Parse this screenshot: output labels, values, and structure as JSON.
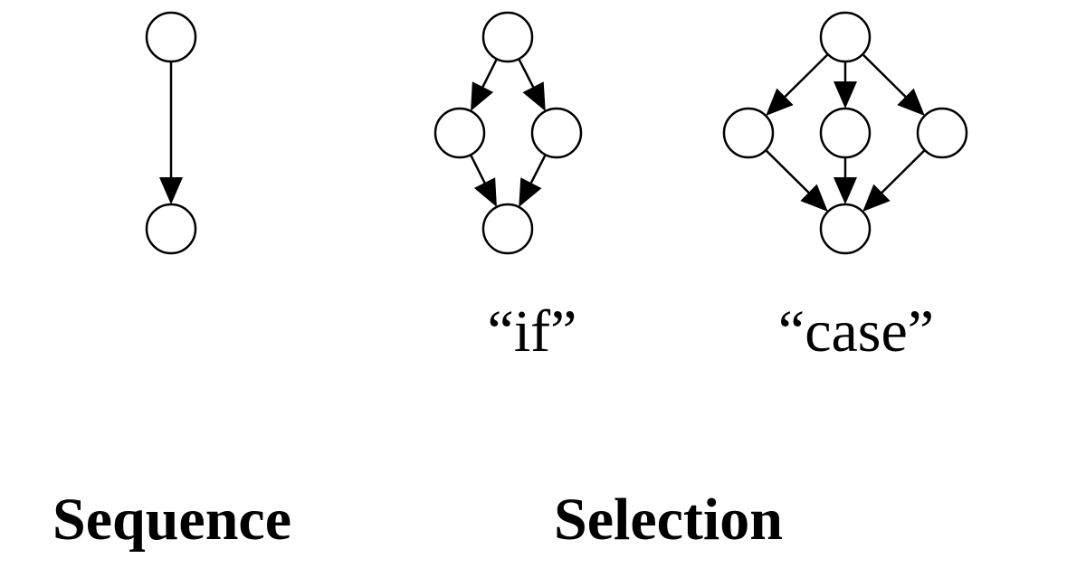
{
  "diagram": {
    "labels": {
      "sequence": "Sequence",
      "selection": "Selection",
      "if": "“if”",
      "case": "“case”"
    },
    "nodes": [
      {
        "id": "seq-top",
        "group": "sequence"
      },
      {
        "id": "seq-bottom",
        "group": "sequence"
      },
      {
        "id": "if-top",
        "group": "if"
      },
      {
        "id": "if-left",
        "group": "if"
      },
      {
        "id": "if-right",
        "group": "if"
      },
      {
        "id": "if-bottom",
        "group": "if"
      },
      {
        "id": "case-top",
        "group": "case"
      },
      {
        "id": "case-left",
        "group": "case"
      },
      {
        "id": "case-middle",
        "group": "case"
      },
      {
        "id": "case-right",
        "group": "case"
      },
      {
        "id": "case-bottom",
        "group": "case"
      }
    ],
    "edges": [
      {
        "from": "seq-top",
        "to": "seq-bottom"
      },
      {
        "from": "if-top",
        "to": "if-left"
      },
      {
        "from": "if-top",
        "to": "if-right"
      },
      {
        "from": "if-left",
        "to": "if-bottom"
      },
      {
        "from": "if-right",
        "to": "if-bottom"
      },
      {
        "from": "case-top",
        "to": "case-left"
      },
      {
        "from": "case-top",
        "to": "case-middle"
      },
      {
        "from": "case-top",
        "to": "case-right"
      },
      {
        "from": "case-left",
        "to": "case-bottom"
      },
      {
        "from": "case-middle",
        "to": "case-bottom"
      },
      {
        "from": "case-right",
        "to": "case-bottom"
      }
    ]
  }
}
